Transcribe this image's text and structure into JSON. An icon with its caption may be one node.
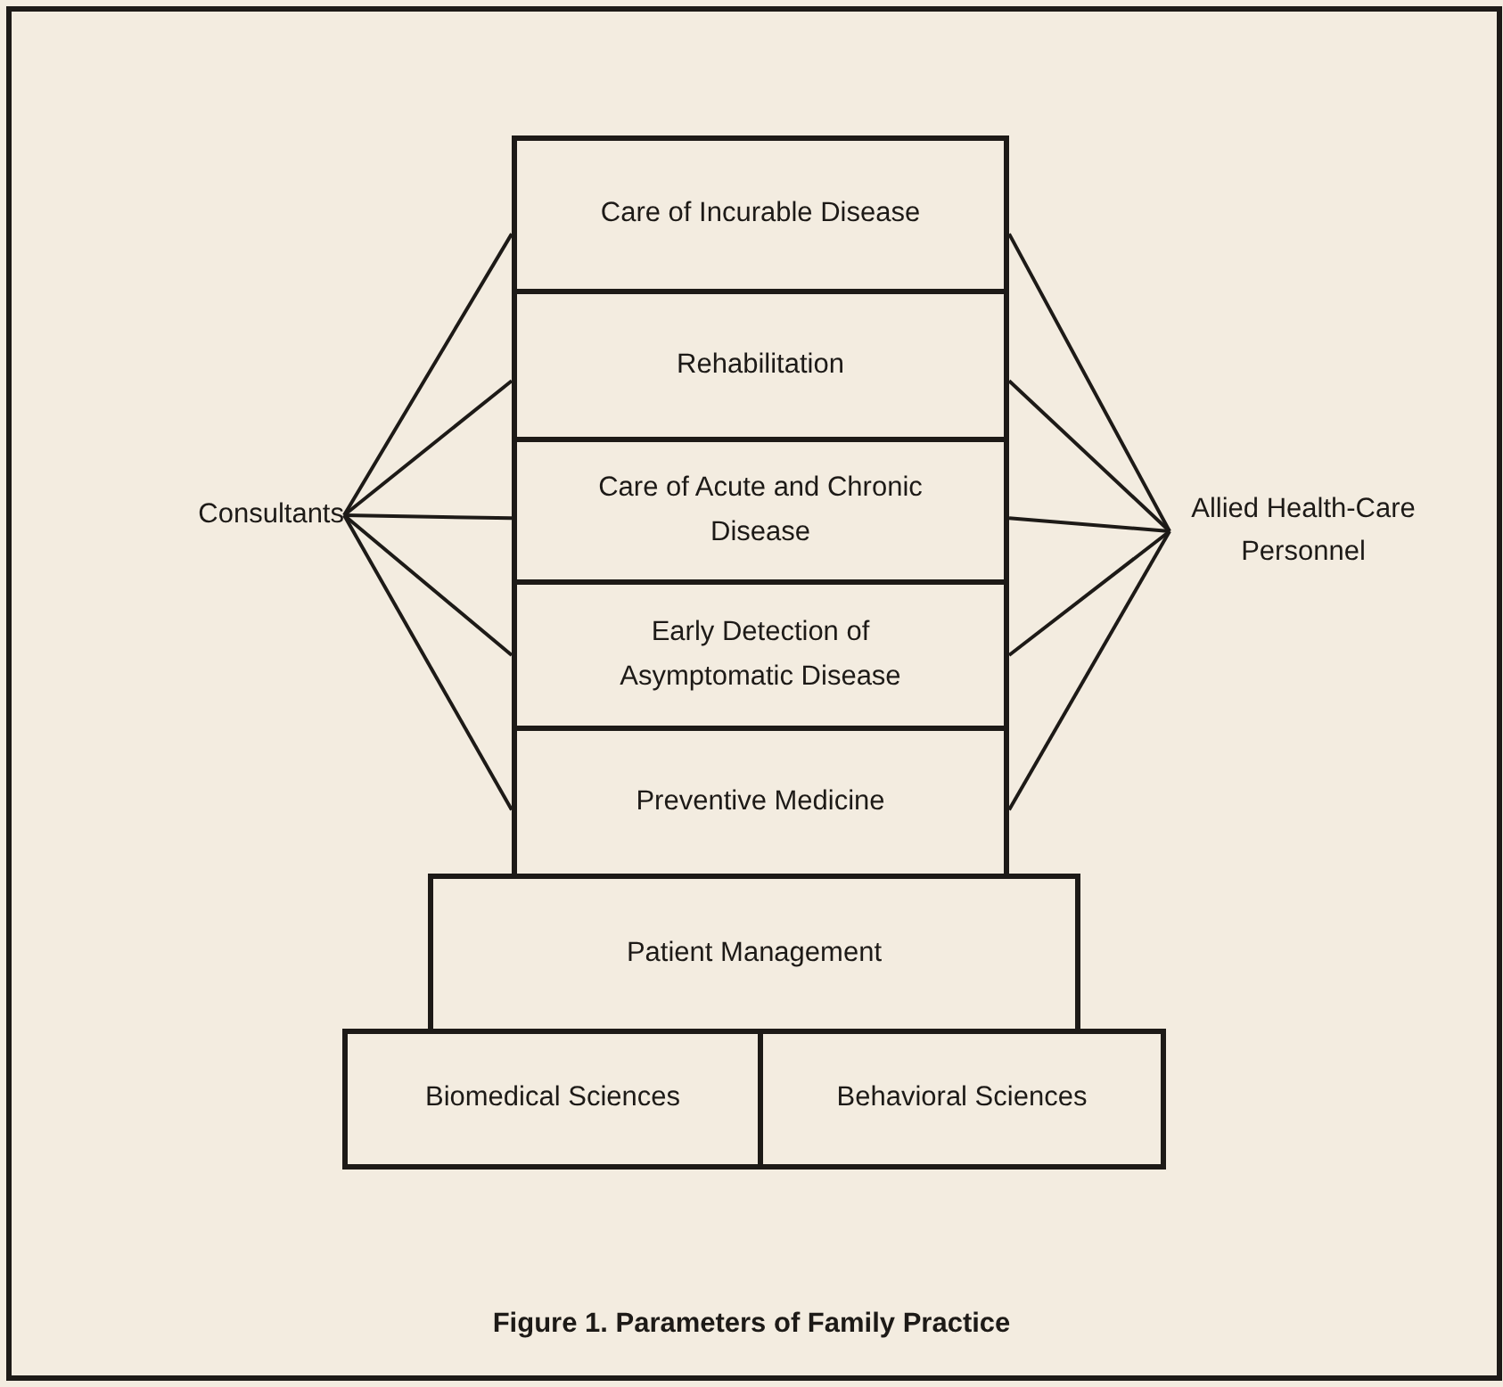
{
  "diagram": {
    "caption": "Figure 1. Parameters of Family Practice",
    "nodes": [
      {
        "text": [
          "Consultants"
        ]
      },
      {
        "text": [
          "Care of Incurable Disease"
        ]
      },
      {
        "text": [
          "Rehabilitation"
        ]
      },
      {
        "text": [
          "Care of Acute and Chronic Disease"
        ]
      },
      {
        "text": [
          "Early Detection of Asymptomatic Disease"
        ]
      },
      {
        "text": [
          "Preventive Medicine"
        ]
      },
      {
        "text": [
          "Patient Management"
        ]
      },
      {
        "text": [
          "Biomedical Sciences"
        ]
      },
      {
        "text": [
          "Behavioral Sciences"
        ]
      },
      {
        "text": [
          "Allied Health-Care Personnel"
        ]
      }
    ],
    "edges": [
      {
        "from": 0,
        "to": 1,
        "arrow": "none"
      },
      {
        "from": 0,
        "to": 2,
        "arrow": "none"
      },
      {
        "from": 0,
        "to": 3,
        "arrow": "none"
      },
      {
        "from": 0,
        "to": 4,
        "arrow": "none"
      },
      {
        "from": 0,
        "to": 5,
        "arrow": "none"
      },
      {
        "from": 9,
        "to": 1,
        "arrow": "none"
      },
      {
        "from": 9,
        "to": 2,
        "arrow": "none"
      },
      {
        "from": 9,
        "to": 3,
        "arrow": "none"
      },
      {
        "from": 9,
        "to": 4,
        "arrow": "none"
      },
      {
        "from": 9,
        "to": 5,
        "arrow": "none"
      }
    ]
  }
}
